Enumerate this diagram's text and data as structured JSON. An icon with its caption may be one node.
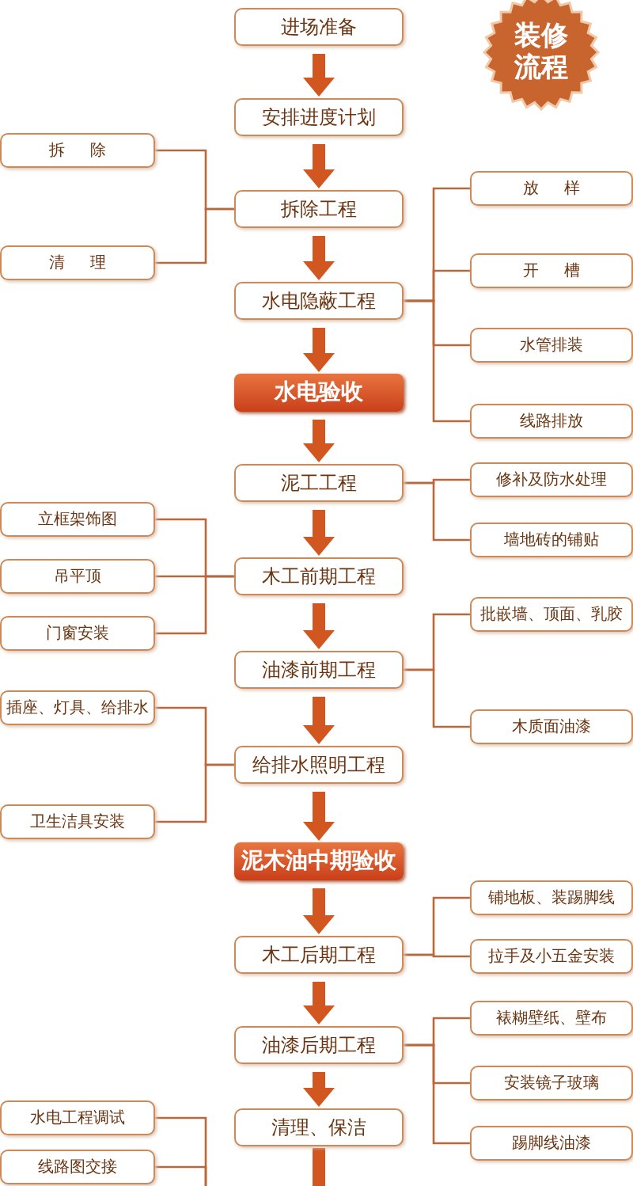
{
  "diagram": {
    "nodes": [
      {
        "text": [
          "装修流程"
        ]
      },
      {
        "text": [
          "进场准备"
        ]
      },
      {
        "text": [
          "安排进度计划"
        ]
      },
      {
        "text": [
          "拆除工程"
        ]
      },
      {
        "text": [
          "水电隐蔽工程"
        ]
      },
      {
        "text": [
          "水电验收"
        ]
      },
      {
        "text": [
          "泥工工程"
        ]
      },
      {
        "text": [
          "木工前期工程"
        ]
      },
      {
        "text": [
          "油漆前期工程"
        ]
      },
      {
        "text": [
          "给排水照明工程"
        ]
      },
      {
        "text": [
          "泥木油中期验收"
        ]
      },
      {
        "text": [
          "木工后期工程"
        ]
      },
      {
        "text": [
          "油漆后期工程"
        ]
      },
      {
        "text": [
          "清理、保洁"
        ]
      },
      {
        "text": [
          "拆除"
        ]
      },
      {
        "text": [
          "清理"
        ]
      },
      {
        "text": [
          "立框架饰图"
        ]
      },
      {
        "text": [
          "吊平顶"
        ]
      },
      {
        "text": [
          "门窗安装"
        ]
      },
      {
        "text": [
          "插座、灯具、给排水"
        ]
      },
      {
        "text": [
          "卫生洁具安装"
        ]
      },
      {
        "text": [
          "水电工程调试"
        ]
      },
      {
        "text": [
          "线路图交接"
        ]
      },
      {
        "text": [
          "放样"
        ]
      },
      {
        "text": [
          "开槽"
        ]
      },
      {
        "text": [
          "水管排装"
        ]
      },
      {
        "text": [
          "线路排放"
        ]
      },
      {
        "text": [
          "修补及防水处理"
        ]
      },
      {
        "text": [
          "墙地砖的铺贴"
        ]
      },
      {
        "text": [
          "批嵌墙、顶面、乳胶"
        ]
      },
      {
        "text": [
          "木质面油漆"
        ]
      },
      {
        "text": [
          "铺地板、装踢脚线"
        ]
      },
      {
        "text": [
          "拉手及小五金安装"
        ]
      },
      {
        "text": [
          "裱糊壁纸、壁布"
        ]
      },
      {
        "text": [
          "安装镜子玻璃"
        ]
      },
      {
        "text": [
          "踢脚线油漆"
        ]
      }
    ],
    "edges": [
      {
        "from": 1,
        "to": 2,
        "arrow": "to",
        "style": "thick",
        "color": "#d2561f"
      },
      {
        "from": 2,
        "to": 3,
        "arrow": "to",
        "style": "thick",
        "color": "#d2561f"
      },
      {
        "from": 3,
        "to": 4,
        "arrow": "to",
        "style": "thick",
        "color": "#d2561f"
      },
      {
        "from": 4,
        "to": 5,
        "arrow": "to",
        "style": "thick",
        "color": "#d2561f"
      },
      {
        "from": 5,
        "to": 6,
        "arrow": "to",
        "style": "thick",
        "color": "#d2561f"
      },
      {
        "from": 6,
        "to": 7,
        "arrow": "to",
        "style": "thick",
        "color": "#d2561f"
      },
      {
        "from": 7,
        "to": 8,
        "arrow": "to",
        "style": "thick",
        "color": "#d2561f"
      },
      {
        "from": 8,
        "to": 9,
        "arrow": "to",
        "style": "thick",
        "color": "#d2561f"
      },
      {
        "from": 9,
        "to": 10,
        "arrow": "to",
        "style": "thick",
        "color": "#d2561f"
      },
      {
        "from": 10,
        "to": 11,
        "arrow": "to",
        "style": "thick",
        "color": "#d2561f"
      },
      {
        "from": 11,
        "to": 12,
        "arrow": "to",
        "style": "thick",
        "color": "#d2561f"
      },
      {
        "from": 12,
        "to": 13,
        "arrow": "to",
        "style": "thick",
        "color": "#d2561f"
      },
      {
        "from": 13,
        "to": null,
        "arrow": "none",
        "style": "thick",
        "color": "#d2561f"
      },
      {
        "from": 14,
        "to": 3,
        "arrow": "none"
      },
      {
        "from": 15,
        "to": 3,
        "arrow": "none"
      },
      {
        "from": 23,
        "to": 4,
        "arrow": "none"
      },
      {
        "from": 24,
        "to": 4,
        "arrow": "none"
      },
      {
        "from": 25,
        "to": 4,
        "arrow": "none"
      },
      {
        "from": 26,
        "to": 4,
        "arrow": "none"
      },
      {
        "from": 27,
        "to": 6,
        "arrow": "none"
      },
      {
        "from": 28,
        "to": 6,
        "arrow": "none"
      },
      {
        "from": 16,
        "to": 7,
        "arrow": "none"
      },
      {
        "from": 17,
        "to": 7,
        "arrow": "none"
      },
      {
        "from": 18,
        "to": 7,
        "arrow": "none"
      },
      {
        "from": 29,
        "to": 8,
        "arrow": "none"
      },
      {
        "from": 30,
        "to": 8,
        "arrow": "none"
      },
      {
        "from": 19,
        "to": 9,
        "arrow": "none"
      },
      {
        "from": 20,
        "to": 9,
        "arrow": "none"
      },
      {
        "from": 31,
        "to": 11,
        "arrow": "none"
      },
      {
        "from": 32,
        "to": 11,
        "arrow": "none"
      },
      {
        "from": 33,
        "to": 12,
        "arrow": "none"
      },
      {
        "from": 34,
        "to": 12,
        "arrow": "none"
      },
      {
        "from": 35,
        "to": 12,
        "arrow": "none"
      },
      {
        "from": 21,
        "to": null,
        "arrow": "none"
      },
      {
        "from": 22,
        "to": null,
        "arrow": "none"
      }
    ]
  }
}
